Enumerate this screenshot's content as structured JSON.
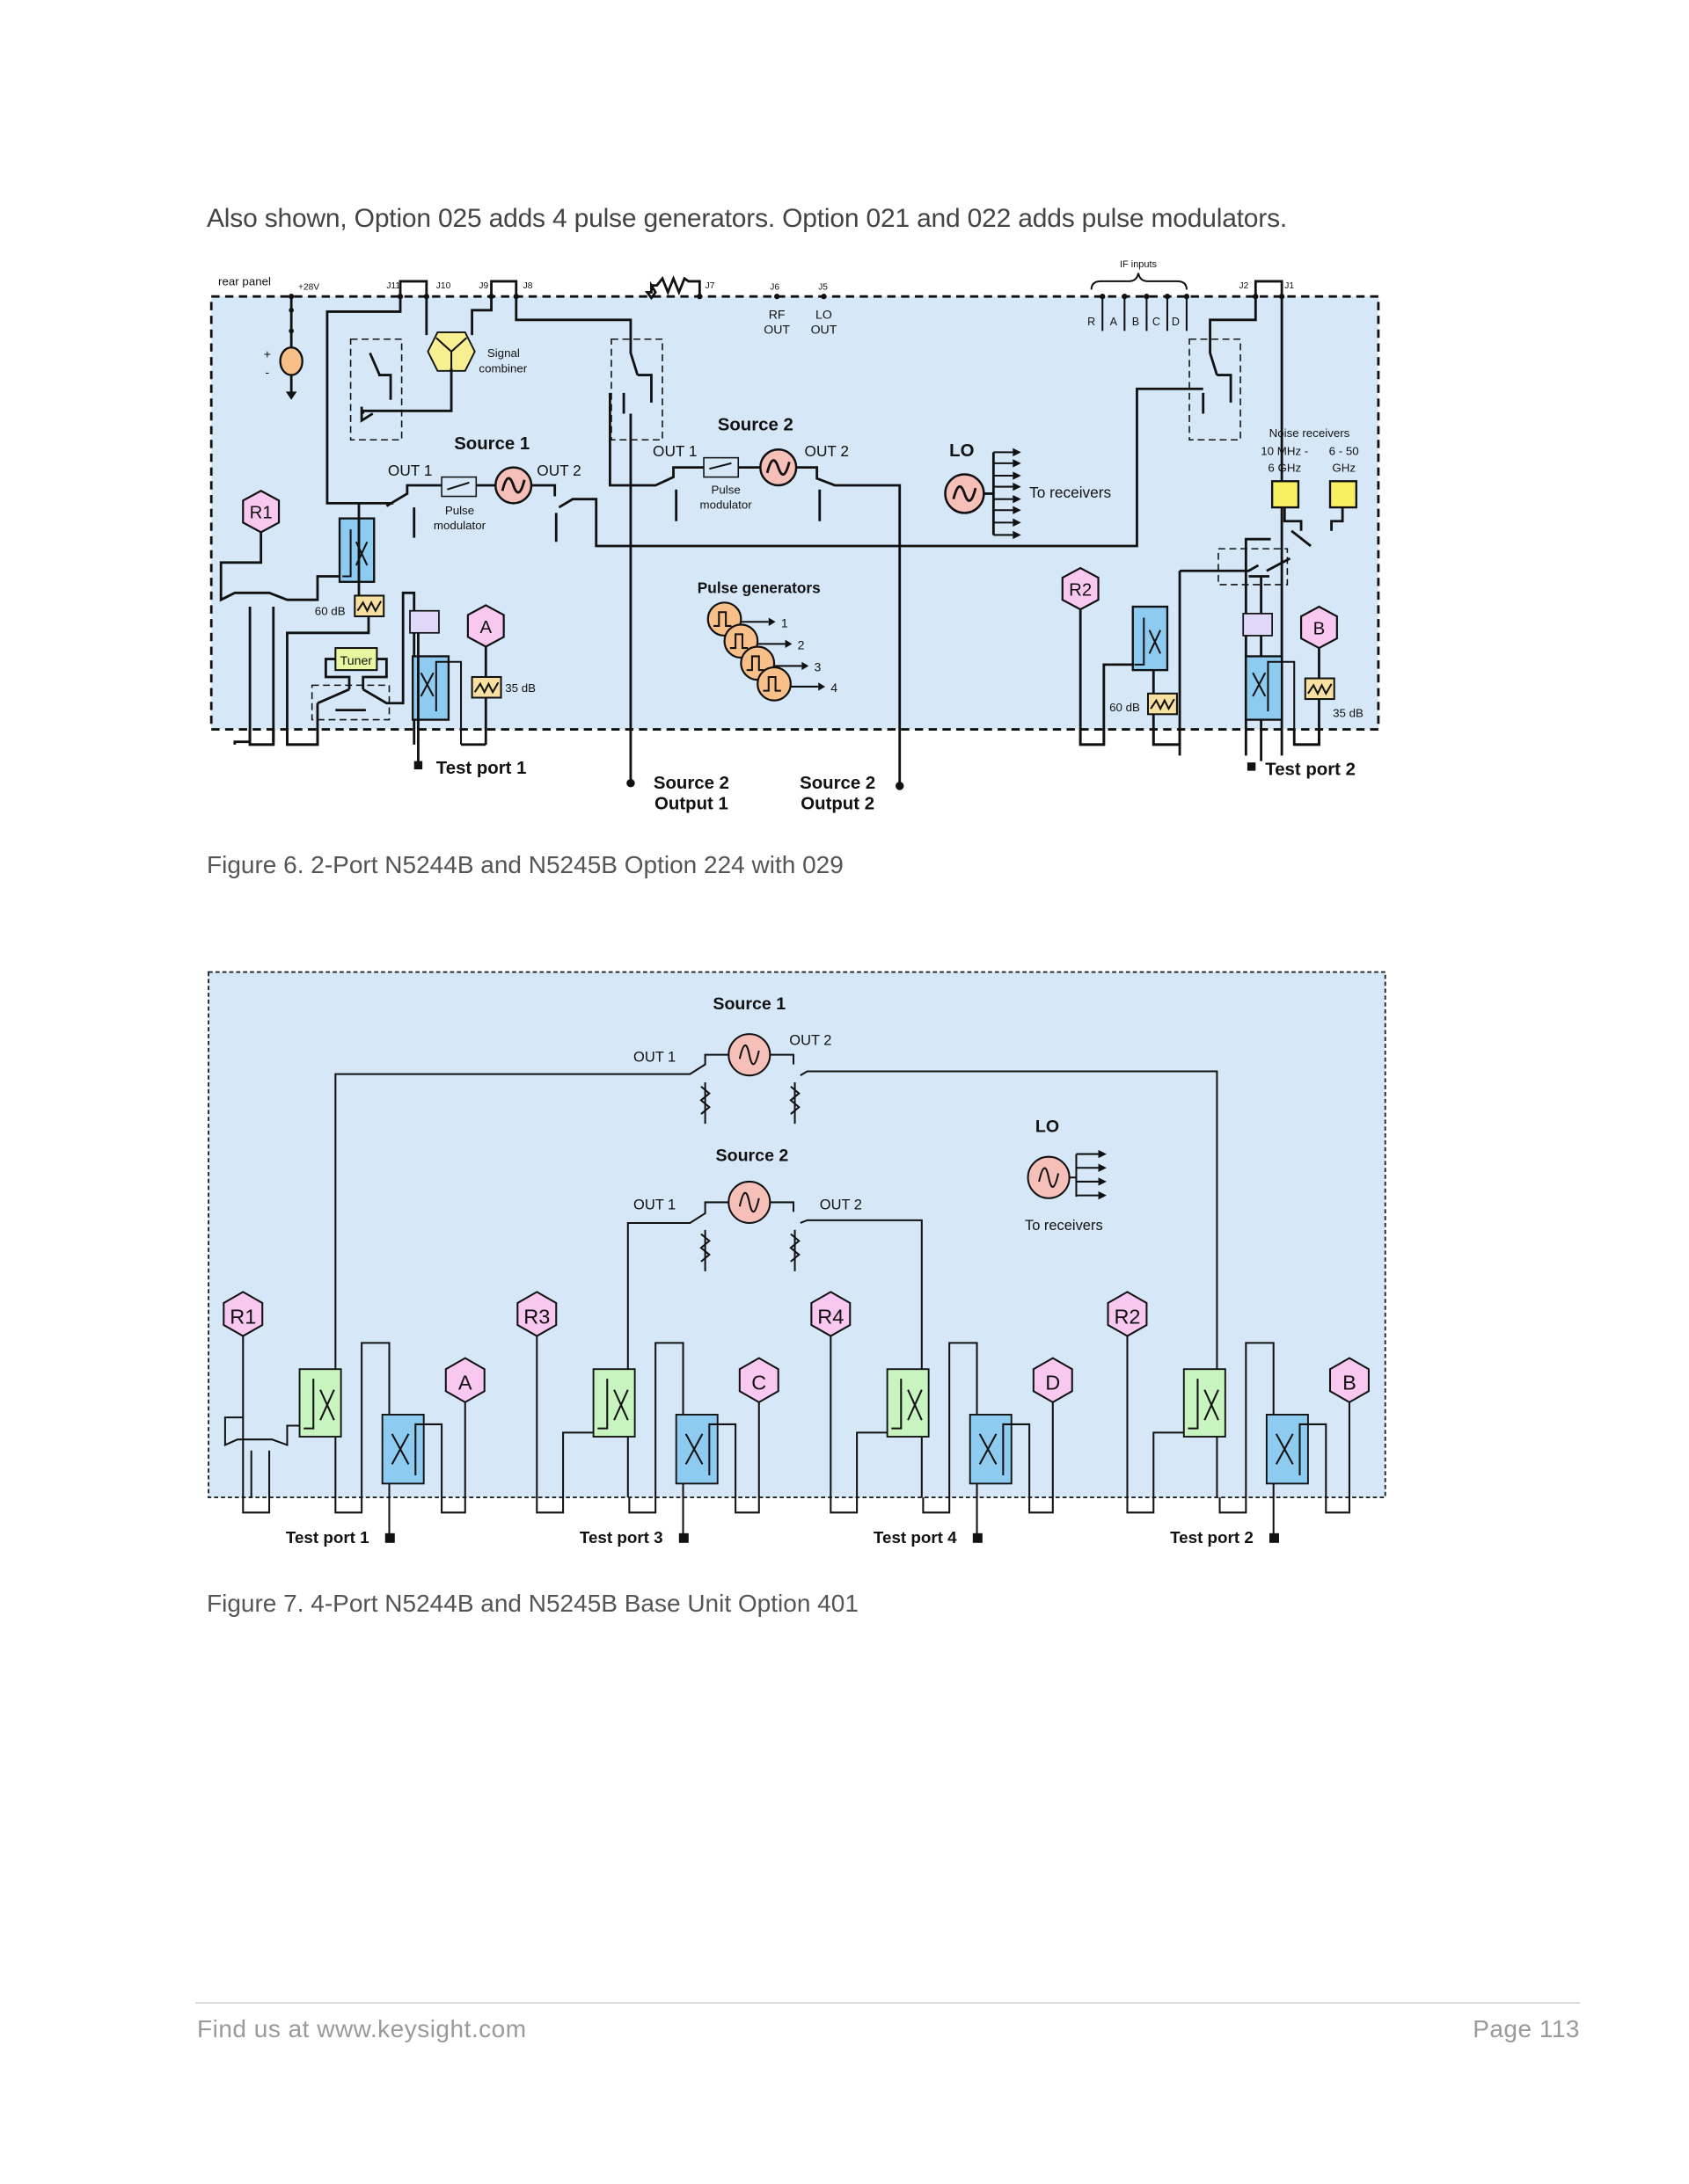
{
  "intro_text": "Also shown, Option 025 adds 4 pulse generators. Option 021 and 022 adds pulse modulators.",
  "colors": {
    "panel_bg": "#d6e8f8",
    "receiver_hex": "#f8c8f0",
    "source_circle": "#f6c0b8",
    "coupler_blue": "#8ecbf0",
    "coupler_green": "#c8f4c0",
    "attenuator": "#f8e0a0",
    "noise_receiver": "#f8f060",
    "pulse_gen": "#f8c088",
    "tuner": "#e8f8a0",
    "signal_combiner": "#f8f090",
    "bias_tee": "#e0d8f8"
  },
  "figure6": {
    "caption": "Figure 6. 2-Port N5244B and N5245B Option 224 with 029",
    "rear_panel_label": "rear panel",
    "voltage_label": "+28V",
    "plus": "+",
    "minus": "-",
    "connectors": [
      "J11",
      "J10",
      "J9",
      "J8",
      "J7",
      "J6",
      "J5",
      "J2",
      "J1"
    ],
    "rf_out": [
      "RF",
      "OUT"
    ],
    "lo_out": [
      "LO",
      "OUT"
    ],
    "if_inputs_label": "IF inputs",
    "if_inputs": [
      "R",
      "A",
      "B",
      "C",
      "D"
    ],
    "signal_combiner": [
      "Signal",
      "combiner"
    ],
    "source1": {
      "title": "Source 1",
      "out1": "OUT 1",
      "out2": "OUT 2",
      "modulator": [
        "Pulse",
        "modulator"
      ]
    },
    "source2": {
      "title": "Source 2",
      "out1": "OUT 1",
      "out2": "OUT 2",
      "modulator": [
        "Pulse",
        "modulator"
      ]
    },
    "lo": {
      "title": "LO",
      "label": "To receivers"
    },
    "noise_receivers": {
      "title": "Noise receivers",
      "band1": [
        "10 MHz -",
        "6 GHz"
      ],
      "band2": [
        "6 - 50",
        "GHz"
      ]
    },
    "pulse_generators": {
      "title": "Pulse generators",
      "outputs": [
        "1",
        "2",
        "3",
        "4"
      ]
    },
    "receivers": [
      "R1",
      "A",
      "R2",
      "B"
    ],
    "attenuators": [
      "60 dB",
      "35 dB",
      "60 dB",
      "35 dB"
    ],
    "tuner": "Tuner",
    "test_port1": "Test port 1",
    "test_port2": "Test port 2",
    "source2_output1": [
      "Source 2",
      "Output 1"
    ],
    "source2_output2": [
      "Source 2",
      "Output 2"
    ]
  },
  "figure7": {
    "caption": "Figure 7. 4-Port N5244B and N5245B Base Unit Option 401",
    "source1": {
      "title": "Source 1",
      "out1": "OUT 1",
      "out2": "OUT 2"
    },
    "source2": {
      "title": "Source 2",
      "out1": "OUT 1",
      "out2": "OUT 2"
    },
    "lo": {
      "title": "LO",
      "label": "To receivers"
    },
    "ref_receivers": [
      "R1",
      "R3",
      "R4",
      "R2"
    ],
    "test_receivers": [
      "A",
      "C",
      "D",
      "B"
    ],
    "test_ports": [
      "Test port 1",
      "Test port 3",
      "Test port 4",
      "Test port 2"
    ]
  },
  "footer": {
    "website": "Find us at www.keysight.com",
    "page": "Page 113"
  }
}
